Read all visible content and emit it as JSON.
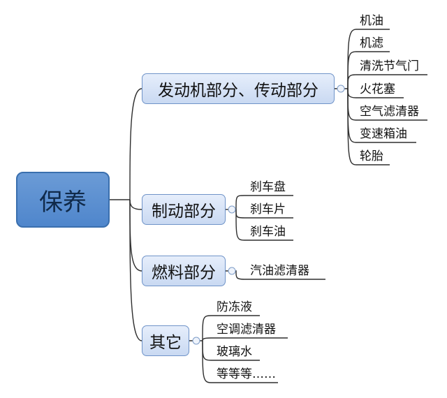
{
  "root": {
    "label": "保养"
  },
  "branches": [
    {
      "label": "发动机部分、传动部分",
      "leaves": [
        "机油",
        "机滤",
        "清洗节气门",
        "火花塞",
        "空气滤清器",
        "变速箱油",
        "轮胎"
      ]
    },
    {
      "label": "制动部分",
      "leaves": [
        "刹车盘",
        "刹车片",
        "刹车油"
      ]
    },
    {
      "label": "燃料部分",
      "leaves": [
        "汽油滤清器"
      ]
    },
    {
      "label": "其它",
      "leaves": [
        "防冻液",
        "空调滤清器",
        "玻璃水",
        "等等等……"
      ]
    }
  ],
  "colors": {
    "root_fill": "#5b8fd2",
    "branch_fill": "#d6e3f6",
    "line": "#2e2e2e"
  }
}
